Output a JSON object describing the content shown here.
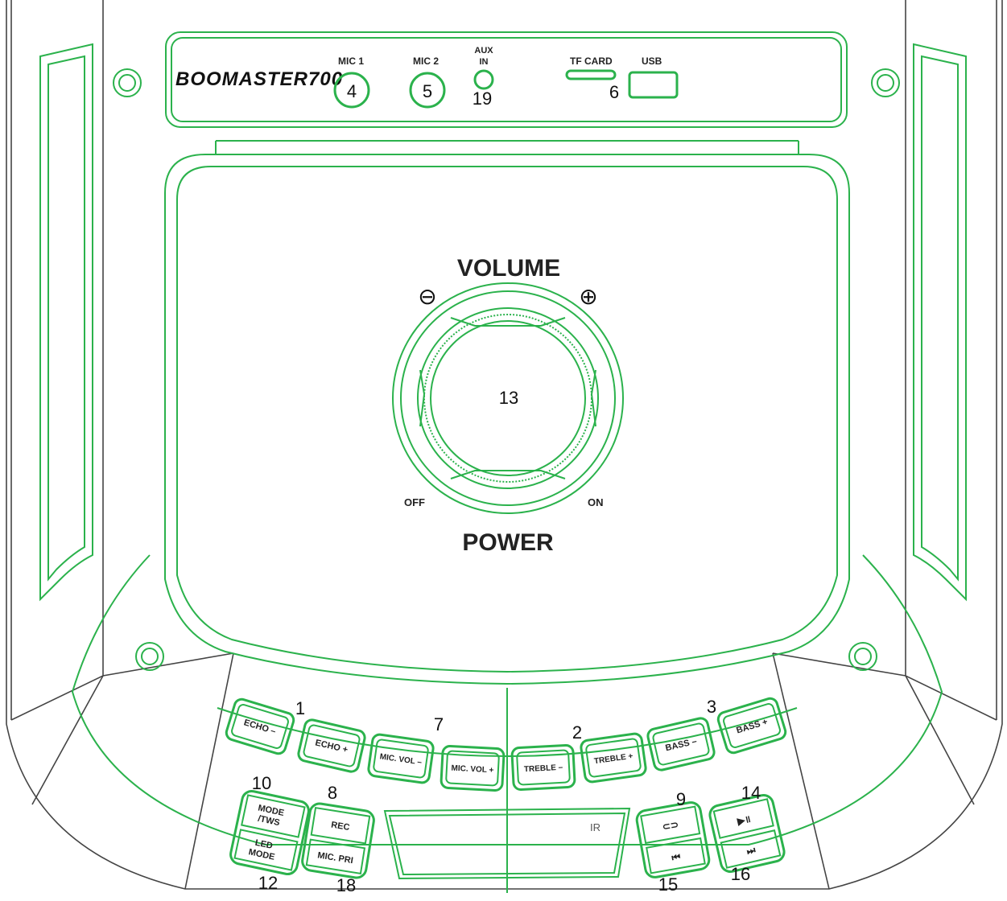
{
  "brand": "BOOMASTER700",
  "ports": {
    "mic1": "MIC 1",
    "mic2": "MIC 2",
    "aux_line1": "AUX",
    "aux_line2": "IN",
    "tf_card": "TF CARD",
    "usb": "USB"
  },
  "knob": {
    "volume": "VOLUME",
    "power": "POWER",
    "off": "OFF",
    "on": "ON",
    "minus": "⊖",
    "plus": "⊕"
  },
  "buttons": {
    "echo_minus": "ECHO –",
    "echo_plus": "ECHO +",
    "mic_vol_minus": "MIC. VOL –",
    "mic_vol_plus": "MIC. VOL +",
    "treble_minus": "TREBLE –",
    "treble_plus": "TREBLE +",
    "bass_minus": "BASS –",
    "bass_plus": "BASS +",
    "mode_tws_1": "MODE",
    "mode_tws_2": "/TWS",
    "led_mode_1": "LED",
    "led_mode_2": "MODE",
    "rec": "REC",
    "mic_pri": "MIC. PRI",
    "repeat": "⊂⊃",
    "play_pause": "▶॥",
    "prev": "⏮",
    "next": "⏭",
    "ir": "IR"
  },
  "callouts": {
    "n1": "1",
    "n2": "2",
    "n3": "3",
    "n4": "4",
    "n5": "5",
    "n6": "6",
    "n7": "7",
    "n8": "8",
    "n9": "9",
    "n10": "10",
    "n12": "12",
    "n13": "13",
    "n14": "14",
    "n15": "15",
    "n16": "16",
    "n18": "18",
    "n19": "19"
  }
}
